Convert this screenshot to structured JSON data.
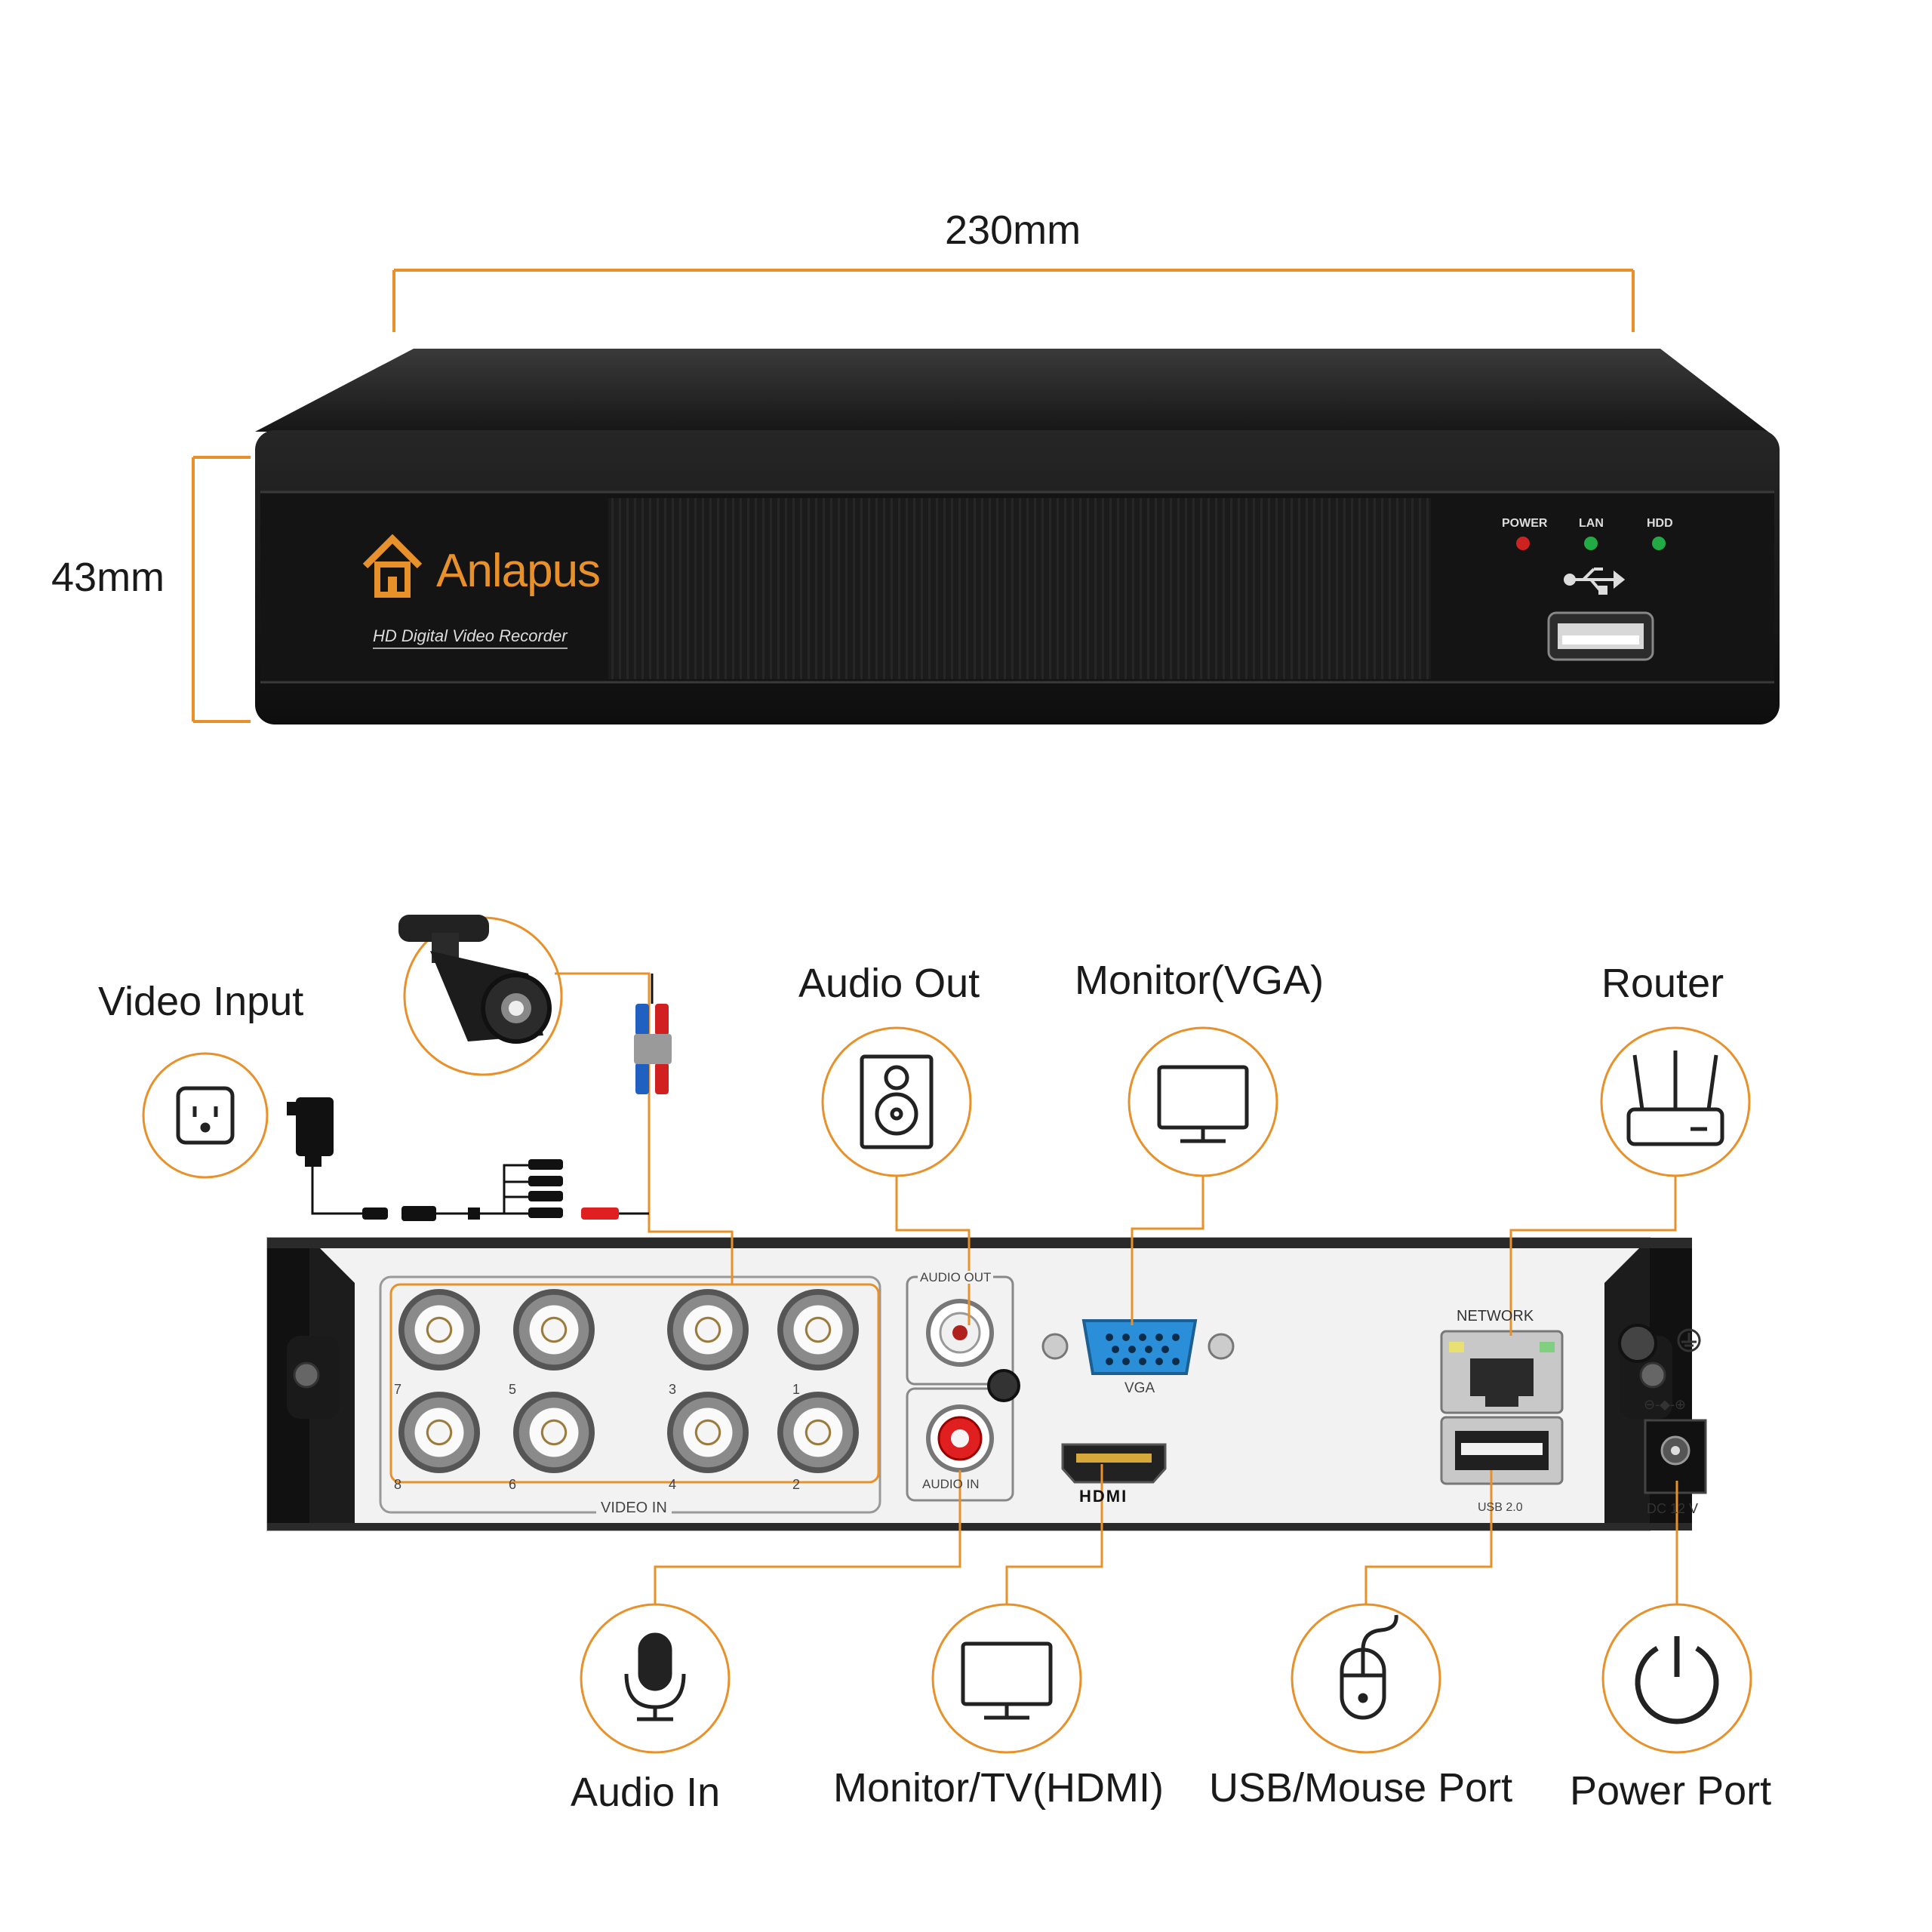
{
  "dimensions": {
    "width_label": "230mm",
    "height_label": "43mm"
  },
  "front_panel": {
    "brand": "Anlapus",
    "subtitle": "HD Digital Video Recorder",
    "leds": [
      "POWER",
      "LAN",
      "HDD"
    ]
  },
  "rear_panel": {
    "audio_out_label": "AUDIO OUT",
    "audio_in_label": "AUDIO IN",
    "vga_label": "VGA",
    "hdmi_label": "HDMI",
    "network_label": "NETWORK",
    "usb_label": "USB 2.0",
    "dc_label": "DC 12 V",
    "dc_symbol": "⊖-◆-⊕",
    "video_in_label": "VIDEO IN",
    "bnc_top_numbers": [
      "7",
      "5",
      "3",
      "1"
    ],
    "bnc_bottom_numbers": [
      "8",
      "6",
      "4",
      "2"
    ]
  },
  "callouts": {
    "video_input": "Video Input",
    "audio_out": "Audio Out",
    "monitor_vga": "Monitor(VGA)",
    "router": "Router",
    "audio_in": "Audio In",
    "monitor_hdmi": "Monitor/TV(HDMI)",
    "usb_mouse": "USB/Mouse Port",
    "power_port": "Power Port"
  },
  "colors": {
    "accent": "#E8912A",
    "device_body": "#1c1c1c",
    "panel": "#f2f2f2",
    "led_red": "#cc2222",
    "led_green": "#22aa44",
    "vga_blue": "#2a8fd8"
  }
}
